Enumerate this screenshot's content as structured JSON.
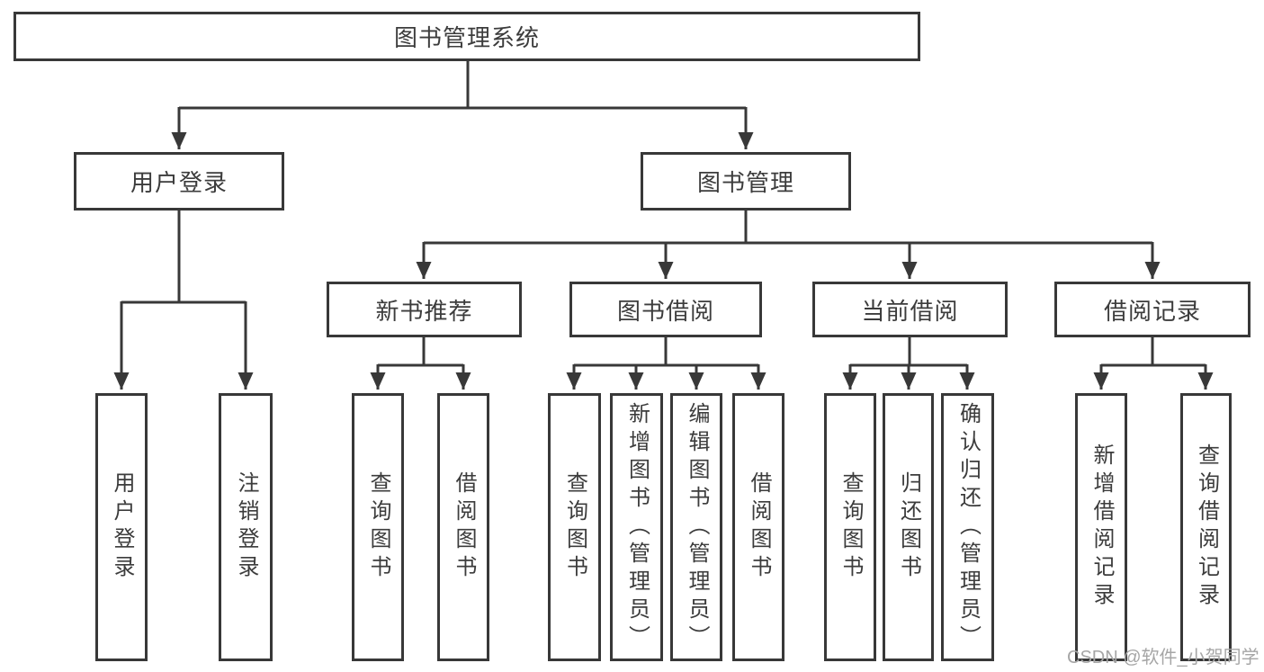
{
  "diagram": {
    "title": "图书管理系统",
    "type": "hierarchy-tree",
    "colors": {
      "line": "#383838",
      "text": "#3c3c3c",
      "background": "#ffffff",
      "watermark": "#a6a6a6"
    },
    "nodes": {
      "root": {
        "label": "图书管理系统"
      },
      "user_login": {
        "label": "用户登录"
      },
      "book_management": {
        "label": "图书管理"
      },
      "new_book_recommend": {
        "label": "新书推荐"
      },
      "book_borrow": {
        "label": "图书借阅"
      },
      "current_borrow": {
        "label": "当前借阅"
      },
      "borrow_records": {
        "label": "借阅记录"
      },
      "leaf_user_login": {
        "label": "用户登录"
      },
      "leaf_logout": {
        "label": "注销登录"
      },
      "leaf_nbr_query_books": {
        "label": "查询图书"
      },
      "leaf_nbr_borrow_books": {
        "label": "借阅图书"
      },
      "leaf_bb_query_books": {
        "label": "查询图书"
      },
      "leaf_bb_add_books_admin": {
        "label": "新增图书（管理员）"
      },
      "leaf_bb_edit_books_admin": {
        "label": "编辑图书（管理员）"
      },
      "leaf_bb_borrow_books": {
        "label": "借阅图书"
      },
      "leaf_cb_query_books": {
        "label": "查询图书"
      },
      "leaf_cb_return_books": {
        "label": "归还图书"
      },
      "leaf_cb_confirm_return_admin": {
        "label": "确认归还（管理员）"
      },
      "leaf_br_add_record": {
        "label": "新增借阅记录"
      },
      "leaf_br_query_record": {
        "label": "查询借阅记录"
      }
    },
    "edges": [
      [
        "root",
        "user_login"
      ],
      [
        "root",
        "book_management"
      ],
      [
        "user_login",
        "leaf_user_login"
      ],
      [
        "user_login",
        "leaf_logout"
      ],
      [
        "book_management",
        "new_book_recommend"
      ],
      [
        "book_management",
        "book_borrow"
      ],
      [
        "book_management",
        "current_borrow"
      ],
      [
        "book_management",
        "borrow_records"
      ],
      [
        "new_book_recommend",
        "leaf_nbr_query_books"
      ],
      [
        "new_book_recommend",
        "leaf_nbr_borrow_books"
      ],
      [
        "book_borrow",
        "leaf_bb_query_books"
      ],
      [
        "book_borrow",
        "leaf_bb_add_books_admin"
      ],
      [
        "book_borrow",
        "leaf_bb_edit_books_admin"
      ],
      [
        "book_borrow",
        "leaf_bb_borrow_books"
      ],
      [
        "current_borrow",
        "leaf_cb_query_books"
      ],
      [
        "current_borrow",
        "leaf_cb_return_books"
      ],
      [
        "current_borrow",
        "leaf_cb_confirm_return_admin"
      ],
      [
        "borrow_records",
        "leaf_br_add_record"
      ],
      [
        "borrow_records",
        "leaf_br_query_record"
      ]
    ]
  },
  "watermark": {
    "text": "CSDN @软件_小贺同学"
  }
}
